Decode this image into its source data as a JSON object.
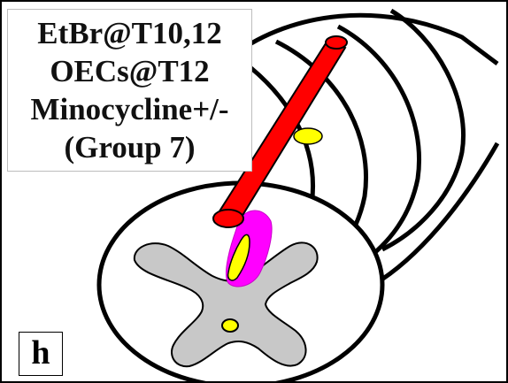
{
  "labels": {
    "line1": "EtBr@T10,12",
    "line2": "OECs@T12",
    "line3": "Minocycline+/-",
    "line4": "(Group 7)"
  },
  "panel_letter": "h",
  "colors": {
    "needle": "#ff0000",
    "lesion": "#ff00ff",
    "lesion_core": "#ffff00",
    "gray_matter": "#c8c8c8",
    "canal": "#ffff00",
    "outline": "#000000"
  }
}
